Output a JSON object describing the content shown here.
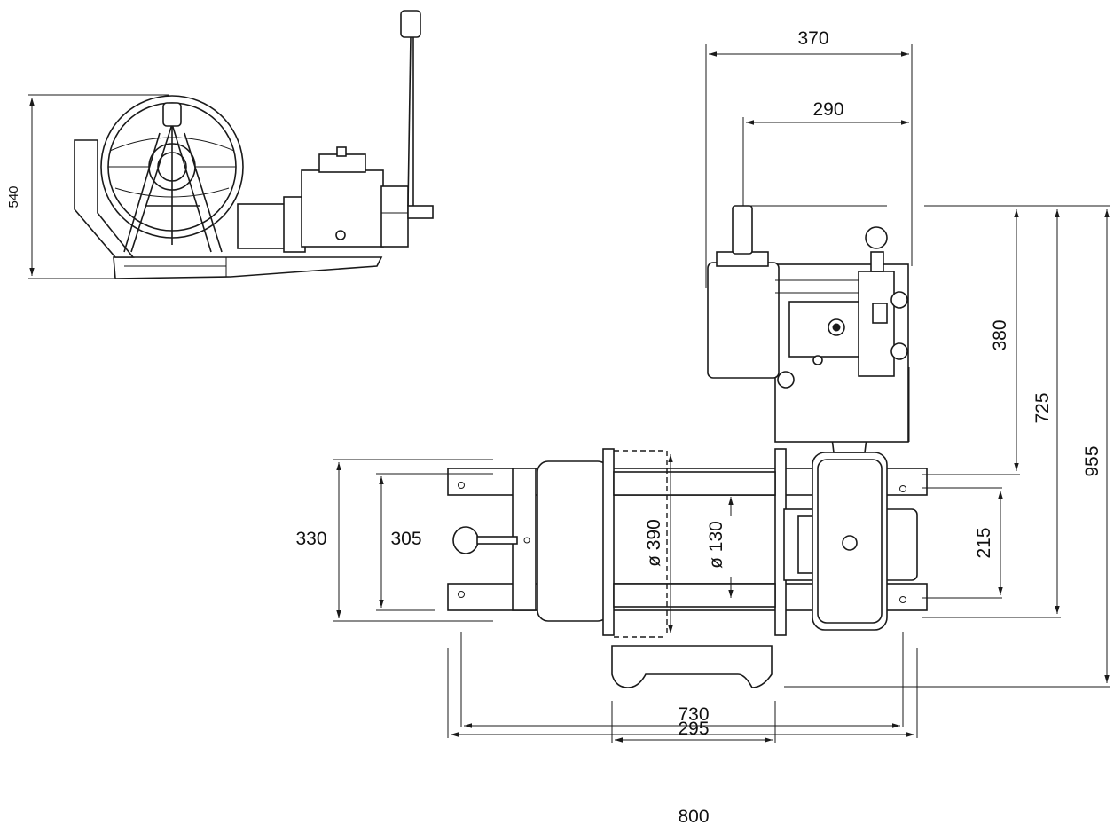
{
  "dimensions": {
    "side_height": "540",
    "top_width_370": "370",
    "top_width_290": "290",
    "right_380": "380",
    "right_725": "725",
    "right_955": "955",
    "left_330": "330",
    "left_305": "305",
    "right_215": "215",
    "drum_diameter": "ø 390",
    "shaft_diameter": "ø 130",
    "bottom_295": "295",
    "bottom_730": "730",
    "bottom_800": "800"
  }
}
